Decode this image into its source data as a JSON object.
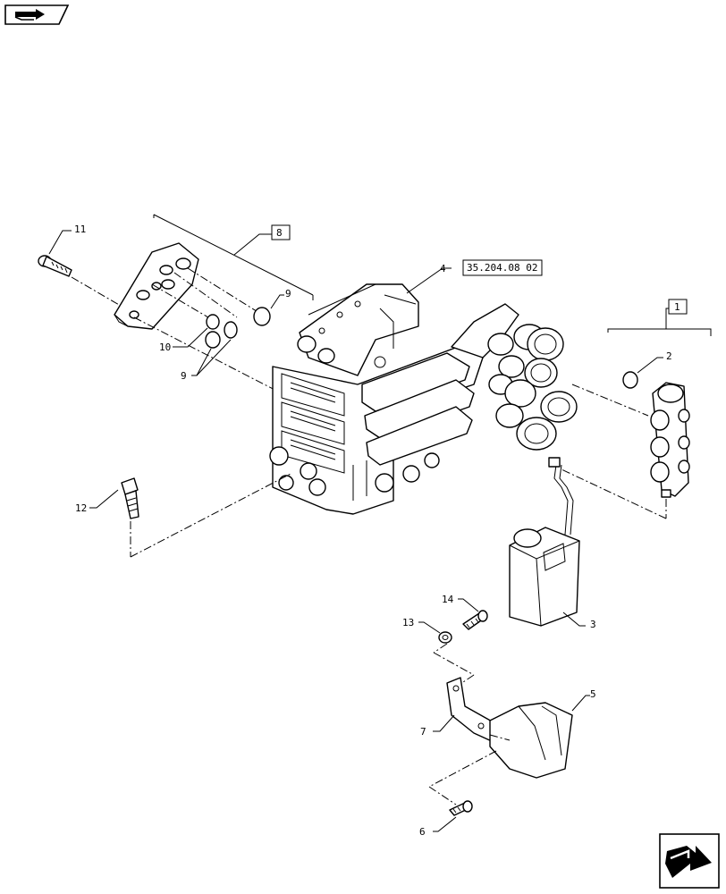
{
  "nav": {
    "top_icon": "book-arrow-icon",
    "bottom_icon": "next-page-arrow-icon"
  },
  "references": {
    "main_valve": "35.204.08 02"
  },
  "callouts": {
    "c1": "1",
    "c2": "2",
    "c3": "3",
    "c4": "4",
    "c5": "5",
    "c6": "6",
    "c7": "7",
    "c8": "8",
    "c9a": "9",
    "c9b": "9",
    "c10": "10",
    "c11": "11",
    "c12": "12",
    "c13": "13",
    "c14": "14"
  }
}
